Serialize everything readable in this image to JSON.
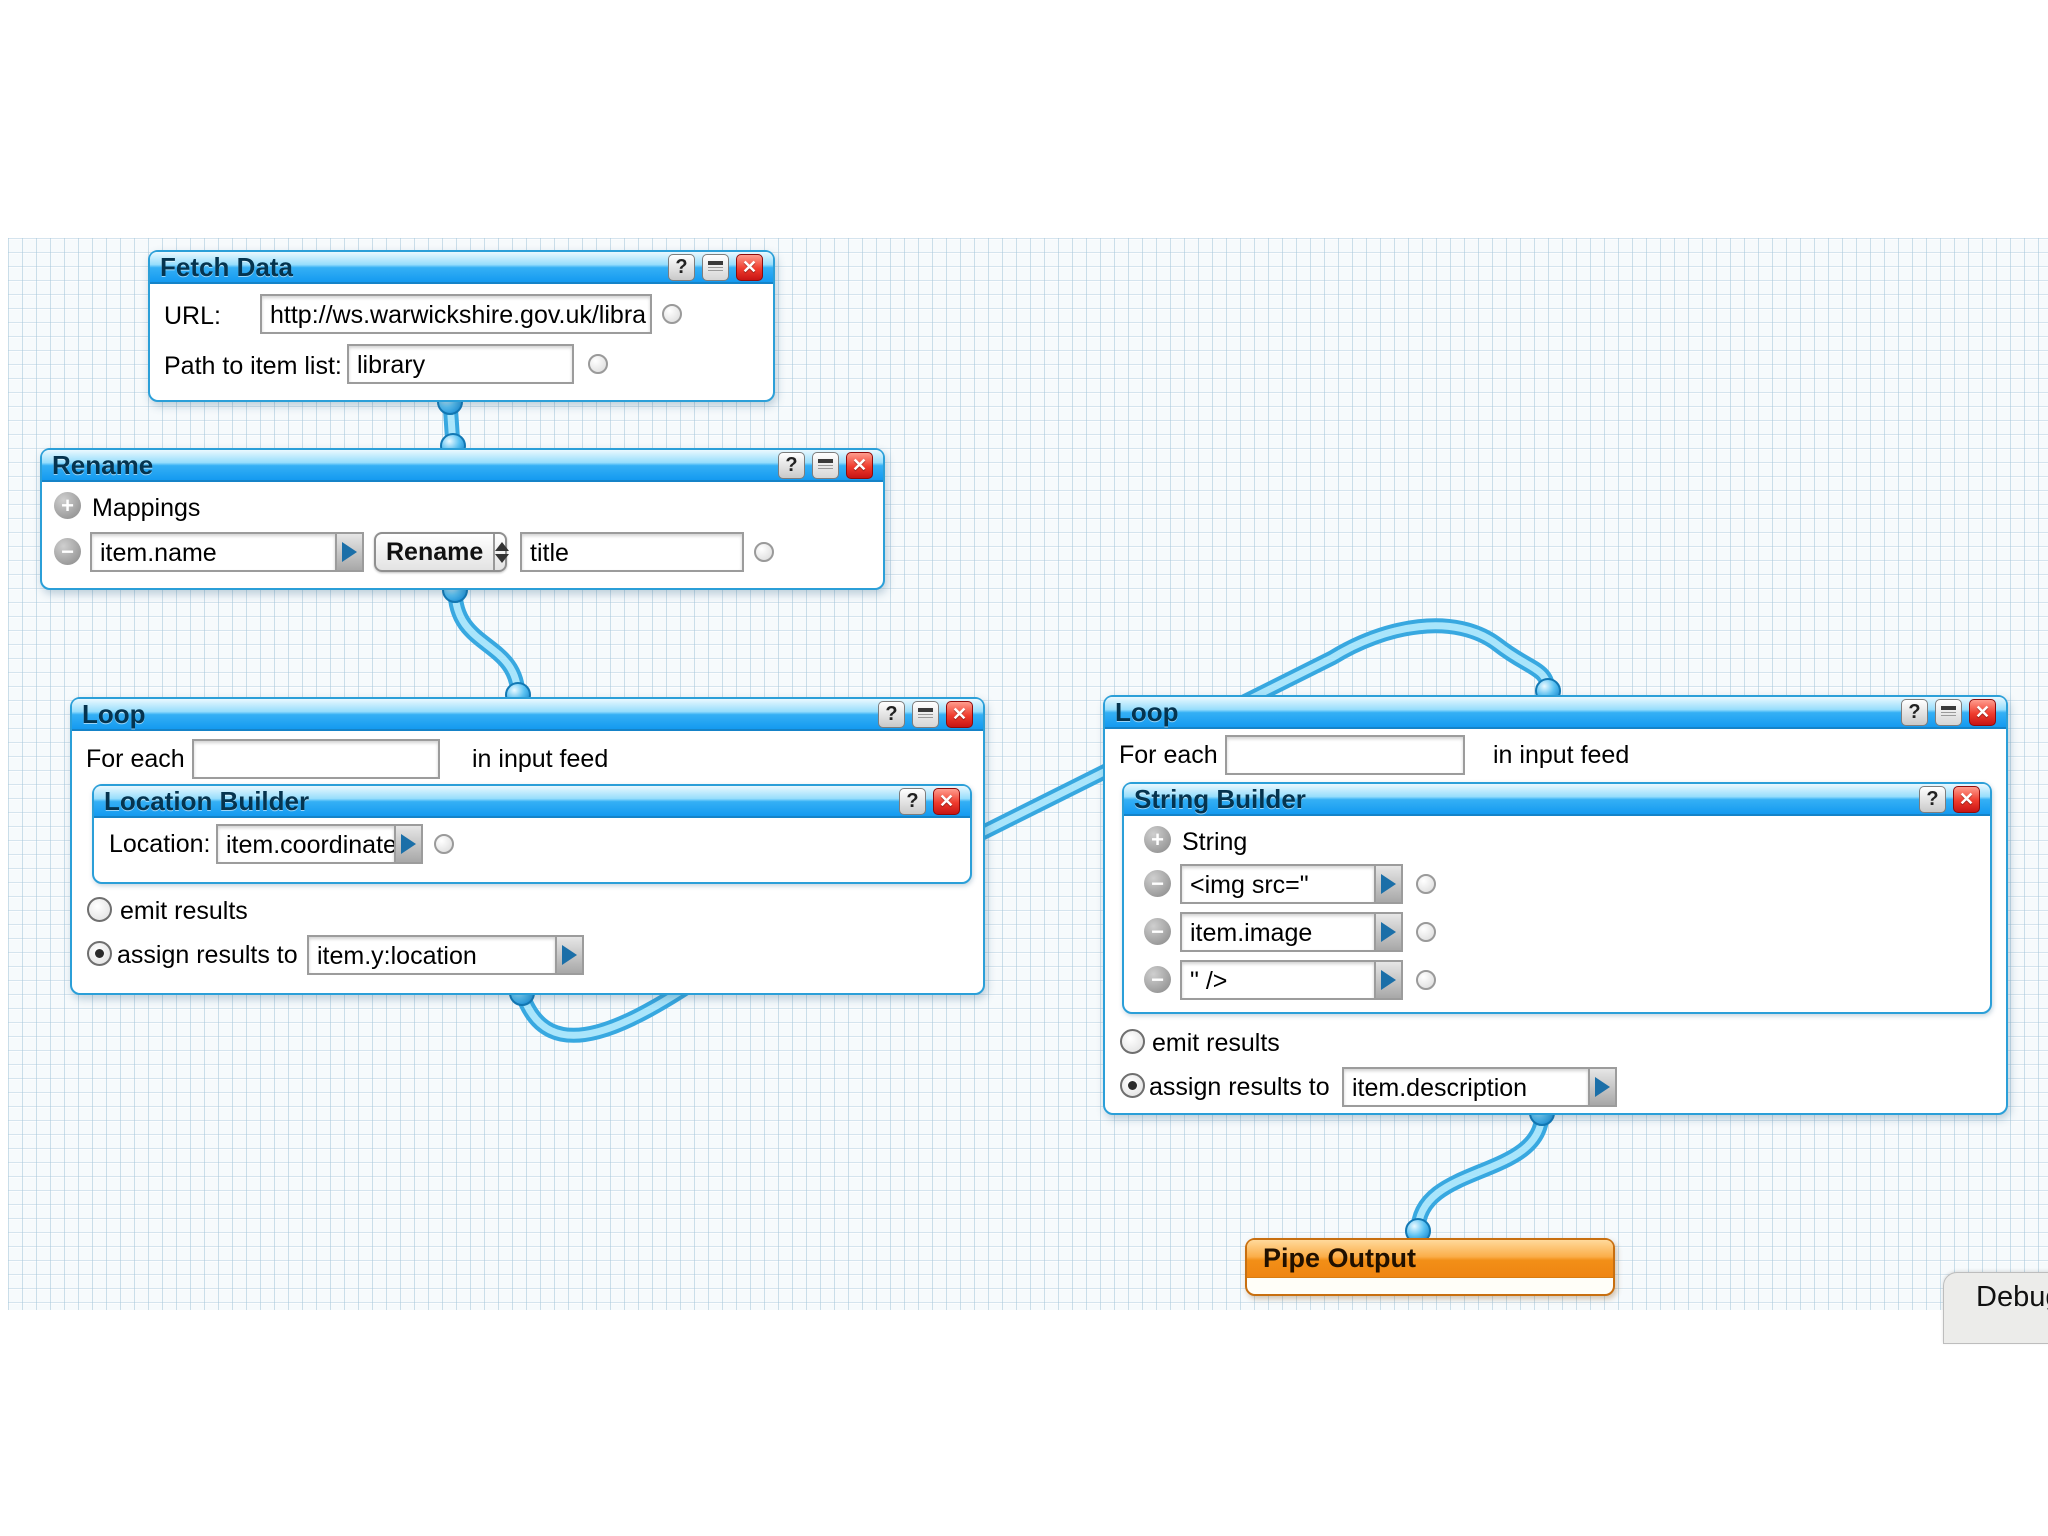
{
  "colors": {
    "module_border": "#2b9fd8",
    "titlebar_blue": "#149af0",
    "pipe_outline": "#38a8e0",
    "pipe_fill": "#a9e5fb",
    "output_orange": "#f28f17",
    "output_border": "#c86f10",
    "grid_line": "#a5c6da"
  },
  "icons": {
    "help": "?",
    "close": "✕",
    "plus": "+",
    "minus": "−"
  },
  "modules": {
    "fetch_data": {
      "title": "Fetch Data",
      "url_label": "URL:",
      "url_value": "http://ws.warwickshire.gov.uk/libra",
      "path_label": "Path to item list:",
      "path_value": "library"
    },
    "rename": {
      "title": "Rename",
      "mappings_label": "Mappings",
      "row": {
        "source": "item.name",
        "operation": "Rename",
        "target": "title"
      }
    },
    "loop_left": {
      "title": "Loop",
      "for_each_label": "For each",
      "for_each_value": "",
      "in_input_feed_label": "in input feed",
      "inner": {
        "title": "Location Builder",
        "location_label": "Location:",
        "location_value": "item.coordinates"
      },
      "emit_label": "emit results",
      "assign_label": "assign results to",
      "assign_value": "item.y:location"
    },
    "loop_right": {
      "title": "Loop",
      "for_each_label": "For each",
      "for_each_value": "",
      "in_input_feed_label": "in input feed",
      "inner": {
        "title": "String Builder",
        "add_label": "String",
        "items": [
          "<img src=\"",
          "item.image",
          "\" />"
        ]
      },
      "emit_label": "emit results",
      "assign_label": "assign results to",
      "assign_value": "item.description"
    },
    "pipe_output": {
      "title": "Pipe Output"
    },
    "debug_panel": {
      "label": "Debug"
    }
  }
}
